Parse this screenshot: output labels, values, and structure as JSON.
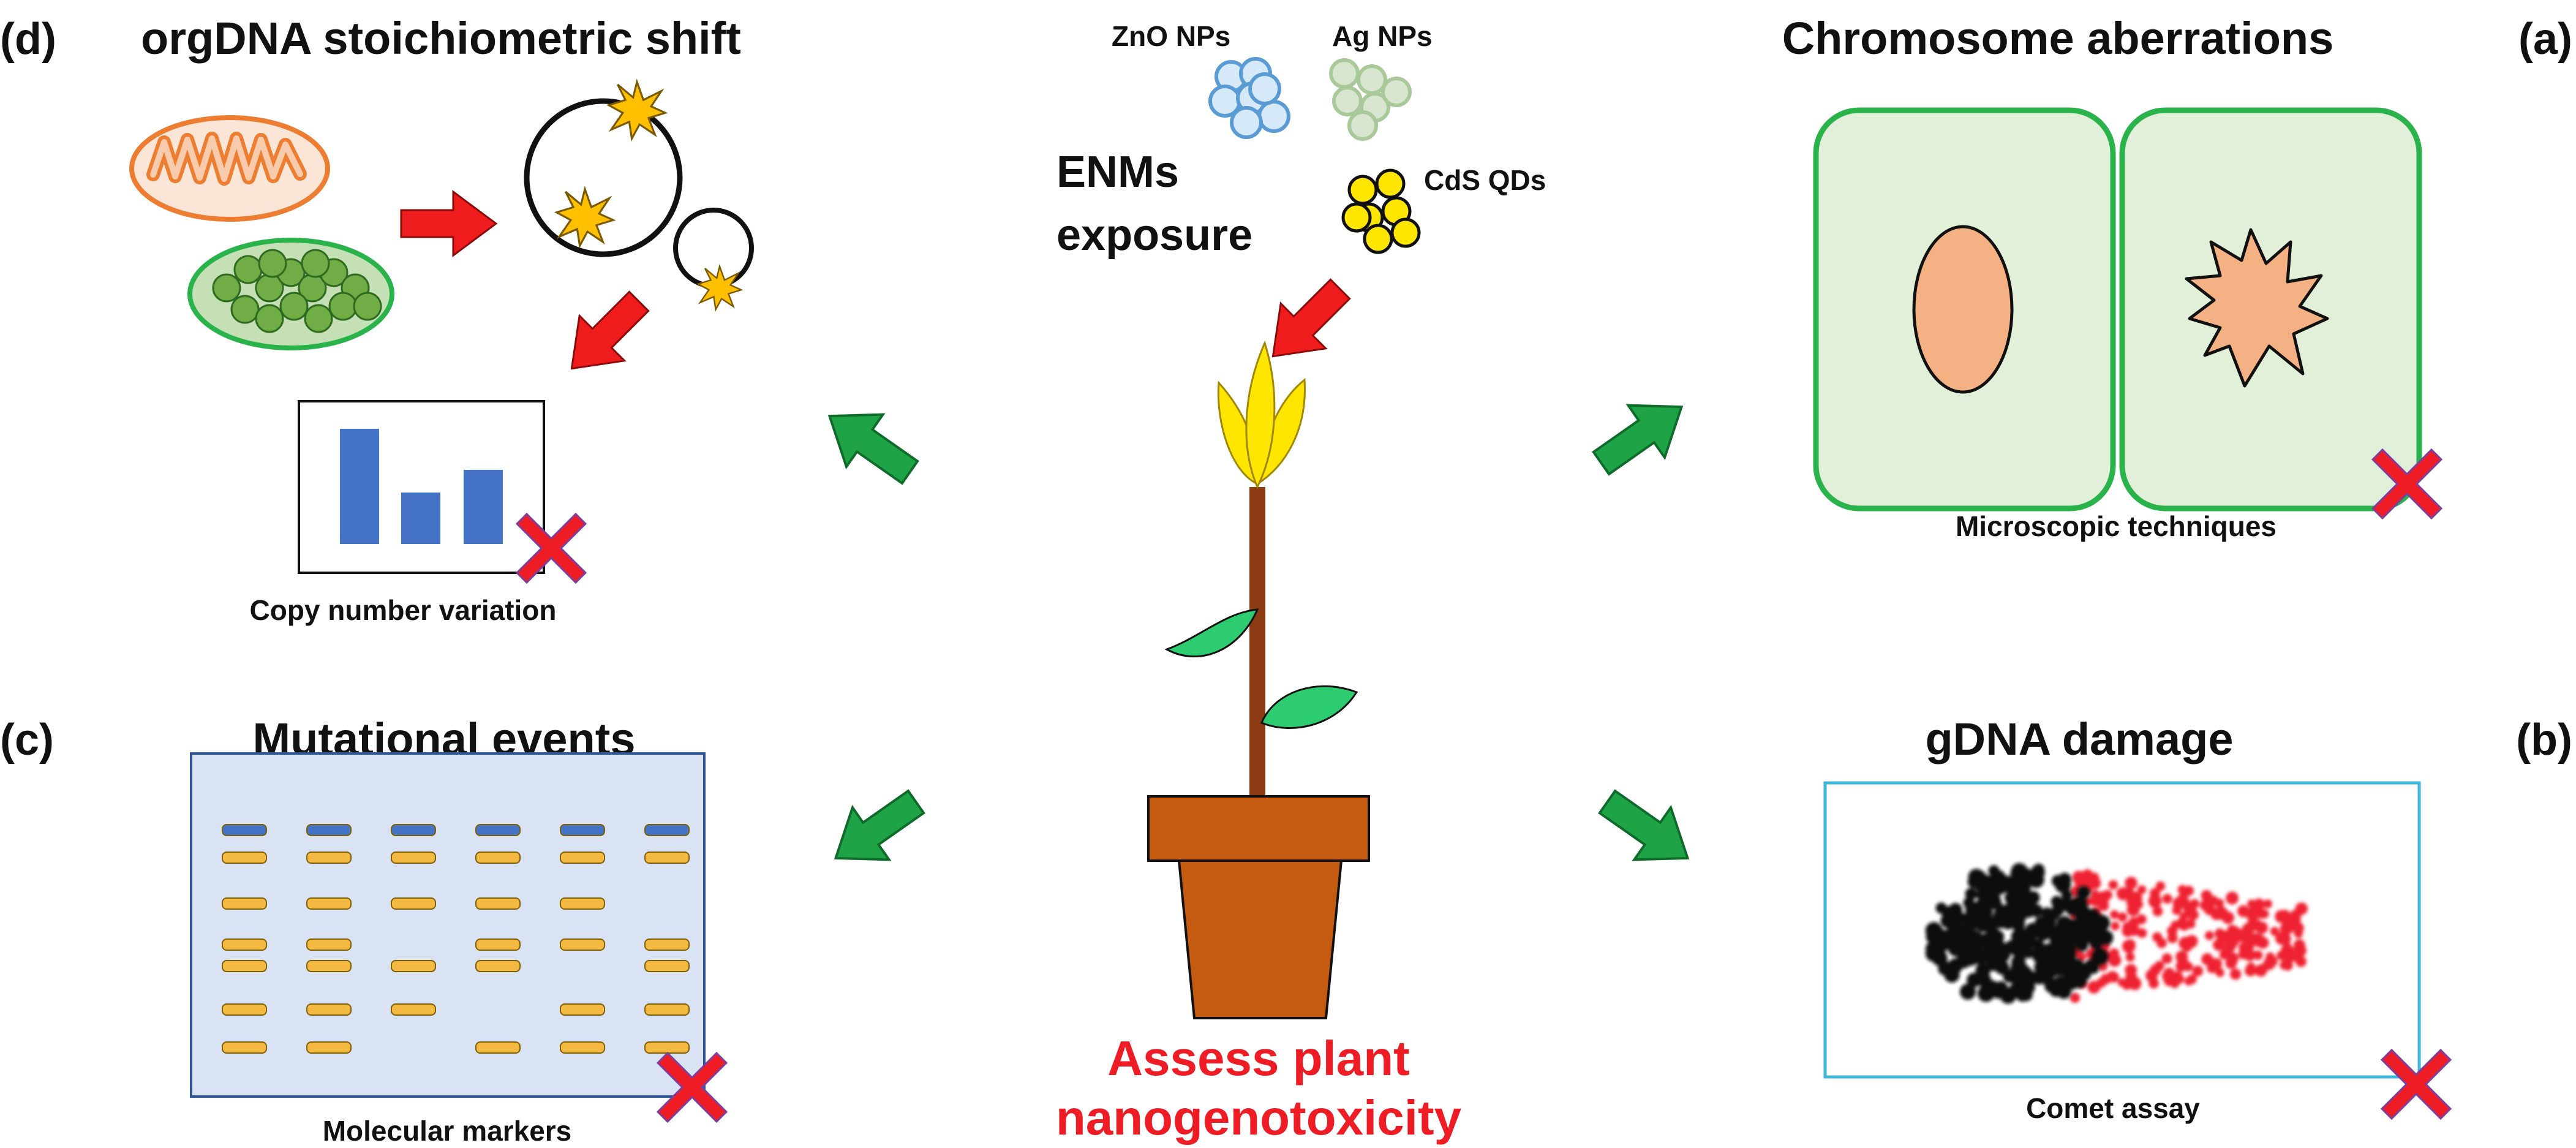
{
  "panels": {
    "d": {
      "letter": "(d)",
      "title": "orgDNA stoichiometric shift",
      "caption": "Copy number variation"
    },
    "a": {
      "letter": "(a)",
      "title": "Chromosome aberrations",
      "caption": "Microscopic techniques"
    },
    "c": {
      "letter": "(c)",
      "title": "Mutational events",
      "caption": "Molecular markers"
    },
    "b": {
      "letter": "(b)",
      "title": "gDNA damage",
      "caption": "Comet assay"
    }
  },
  "nanoparticles": [
    {
      "label": "ZnO NPs",
      "color": "#5b9bd5"
    },
    {
      "label": "Ag NPs",
      "color": "#a9c99a"
    },
    {
      "label": "CdS QDs",
      "color": "#ffe600"
    }
  ],
  "exposure": {
    "line1": "ENMs",
    "line2": "exposure"
  },
  "center": {
    "line1": "Assess plant",
    "line2": "nanogenotoxicity",
    "color": "#ee1c25"
  },
  "colors": {
    "green_arrow": "#1ea446",
    "red_arrow": "#ee1c1c",
    "cross": "#ee1c25",
    "cell_fill": "#e2f0d9",
    "cell_border": "#2ab34a",
    "nucleus": "#f4b183",
    "pot": "#c55a11",
    "stem": "#8b3a12",
    "petal": "#ffe600",
    "leaf": "#2ecc71",
    "bar": "#4472c4",
    "gel_bg": "#dae3f3",
    "gel_band_top": "#4472c4",
    "gel_band": "#f4b942",
    "comet_head": "#111111",
    "comet_tail": "#ee2233",
    "mito_fill": "#fbe5d6",
    "mito_border": "#ed7d31",
    "chloro_fill": "#c5e0b4",
    "chloro_grana": "#70ad47",
    "burst": "#ffc000"
  },
  "icons": [
    "red-cross-icon",
    "green-arrow-icon",
    "red-arrow-icon",
    "mitochondrion-icon",
    "chloroplast-icon",
    "circular-dna-icon",
    "flower-plant-icon",
    "bar-chart-icon",
    "gel-electrophoresis-icon",
    "comet-icon",
    "nucleus-icon"
  ]
}
